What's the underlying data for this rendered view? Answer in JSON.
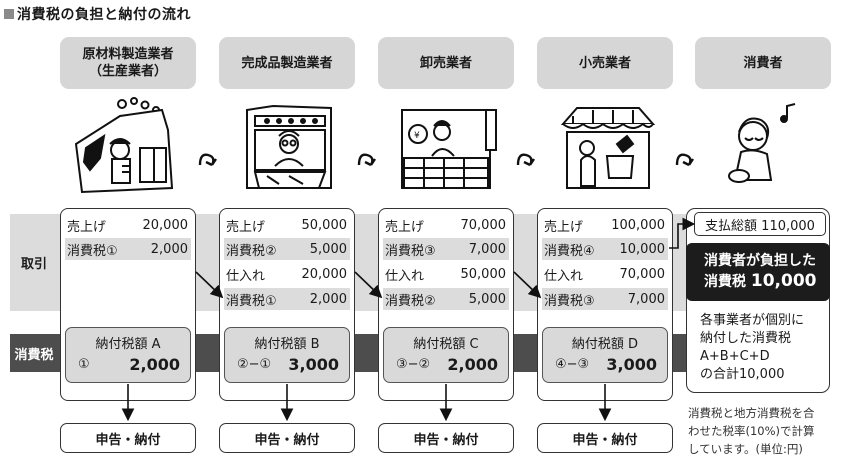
{
  "title": "消費税の負担と納付の流れ",
  "side": {
    "trade": "取引",
    "tax": "消費税"
  },
  "stages": [
    {
      "name": "原材料製造業者\n（生産業者）",
      "rows": [
        {
          "label": "売上げ",
          "value": "20,000"
        },
        {
          "label": "消費税①",
          "value": "2,000"
        }
      ],
      "pay": {
        "label": "納付税額 A",
        "calc": "①",
        "amount": "2,000"
      },
      "foot": "申告・納付"
    },
    {
      "name": "完成品製造業者",
      "rows": [
        {
          "label": "売上げ",
          "value": "50,000"
        },
        {
          "label": "消費税②",
          "value": "5,000"
        },
        {
          "label": "仕入れ",
          "value": "20,000"
        },
        {
          "label": "消費税①",
          "value": "2,000"
        }
      ],
      "pay": {
        "label": "納付税額 B",
        "calc": "②−①",
        "amount": "3,000"
      },
      "foot": "申告・納付"
    },
    {
      "name": "卸売業者",
      "rows": [
        {
          "label": "売上げ",
          "value": "70,000"
        },
        {
          "label": "消費税③",
          "value": "7,000"
        },
        {
          "label": "仕入れ",
          "value": "50,000"
        },
        {
          "label": "消費税②",
          "value": "5,000"
        }
      ],
      "pay": {
        "label": "納付税額 C",
        "calc": "③−②",
        "amount": "2,000"
      },
      "foot": "申告・納付"
    },
    {
      "name": "小売業者",
      "rows": [
        {
          "label": "売上げ",
          "value": "100,000"
        },
        {
          "label": "消費税④",
          "value": "10,000"
        },
        {
          "label": "仕入れ",
          "value": "70,000"
        },
        {
          "label": "消費税③",
          "value": "7,000"
        }
      ],
      "pay": {
        "label": "納付税額 D",
        "calc": "④−③",
        "amount": "3,000"
      },
      "foot": "申告・納付"
    },
    {
      "name": "消費者"
    }
  ],
  "consumer": {
    "total": "支払総額 110,000",
    "burden_line1": "消費者が負担した",
    "burden_line2_prefix": "消費税",
    "burden_amount": "10,000",
    "sum": [
      "各事業者が個別に",
      "納付した消費税",
      "A+B+C+D",
      "の合計10,000"
    ]
  },
  "note": [
    "消費税と地方消費税を合",
    "わせた税率(10%)で計算",
    "しています。(単位:円)"
  ],
  "icons": [
    "factory-illustration",
    "store-illustration",
    "wholesaler-illustration",
    "shop-illustration",
    "consumer-illustration",
    "flow-arrow-icon"
  ],
  "colors": {
    "band": "#dcdcdc",
    "tax_band": "#4d4d4d",
    "header": "#d6d6d6",
    "burden": "#1c1c1c"
  }
}
